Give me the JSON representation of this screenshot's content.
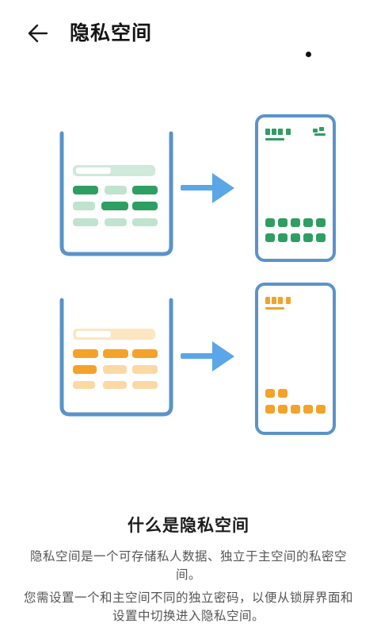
{
  "header": {
    "title": "隐私空间",
    "back_icon": "arrow-left-icon"
  },
  "content": {
    "heading": "什么是隐私空间",
    "description_1": "隐私空间是一个可存储私人数据、独立于主空间的私密空间。",
    "description_2": "您需设置一个和主空间不同的独立密码，以便从锁屏界面和设置中切换进入隐私空间。"
  },
  "colors": {
    "blue": "#5aa6e6",
    "blue_dark": "#5b93c9",
    "green": "#2e9e62",
    "green_light": "#bfe3cf",
    "orange": "#f3a22a",
    "orange_light": "#fbd9a4"
  }
}
